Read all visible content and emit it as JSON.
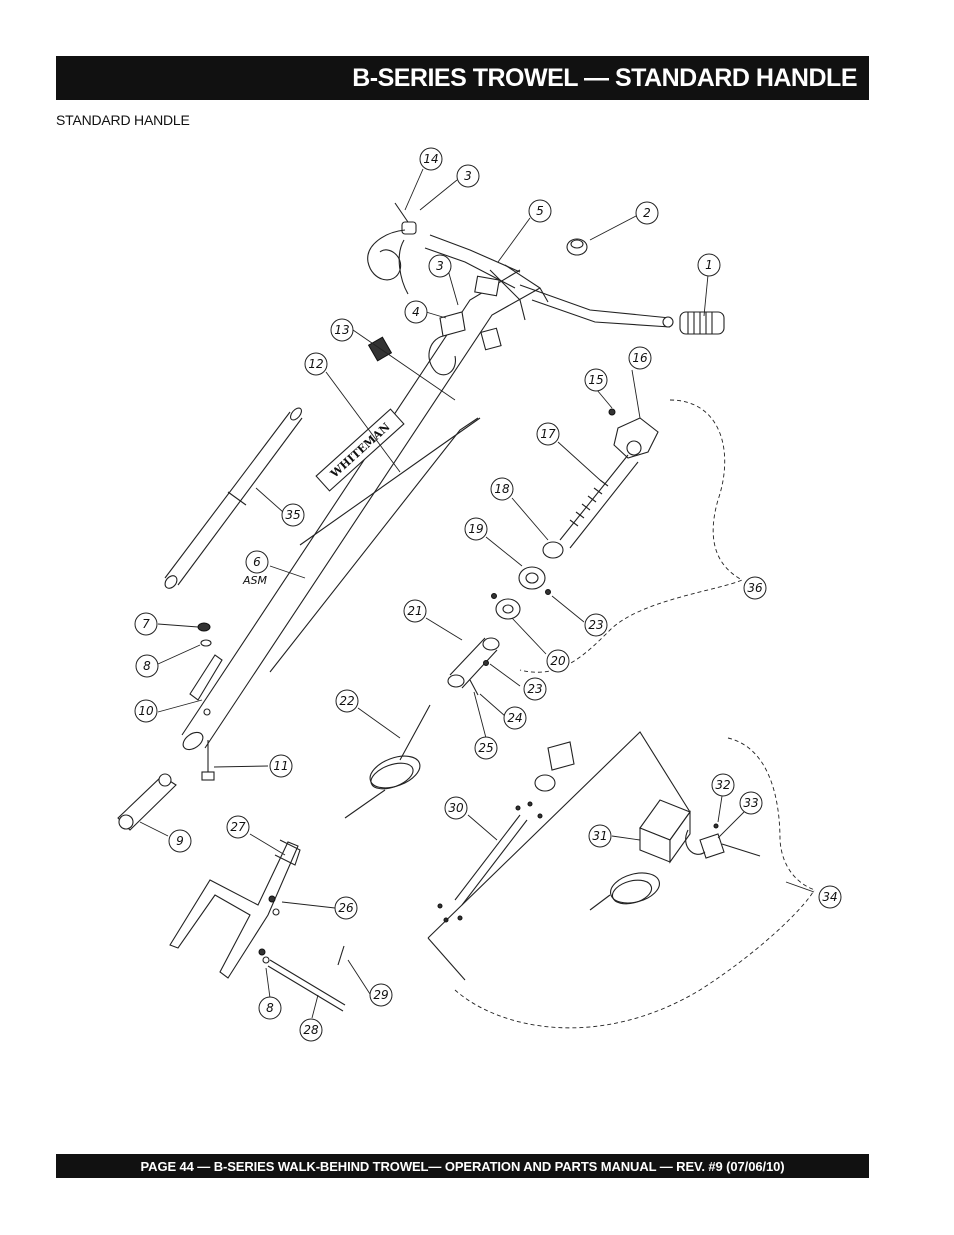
{
  "header": {
    "title": "B-SERIES TROWEL — STANDARD HANDLE"
  },
  "section": {
    "label": "STANDARD HANDLE"
  },
  "diagram": {
    "asm_note": "ASM",
    "brand_logo": "WHITEMAN",
    "callouts": [
      "14",
      "3",
      "5",
      "2",
      "1",
      "3",
      "4",
      "13",
      "12",
      "16",
      "15",
      "17",
      "18",
      "19",
      "35",
      "6",
      "36",
      "23",
      "7",
      "21",
      "20",
      "8",
      "23",
      "10",
      "22",
      "24",
      "25",
      "11",
      "9",
      "27",
      "30",
      "32",
      "33",
      "31",
      "26",
      "34",
      "8",
      "29",
      "28"
    ]
  },
  "footer": {
    "text": "PAGE 44 — B-SERIES  WALK-BEHIND TROWEL— OPERATION AND PARTS MANUAL — REV. #9 (07/06/10)"
  }
}
